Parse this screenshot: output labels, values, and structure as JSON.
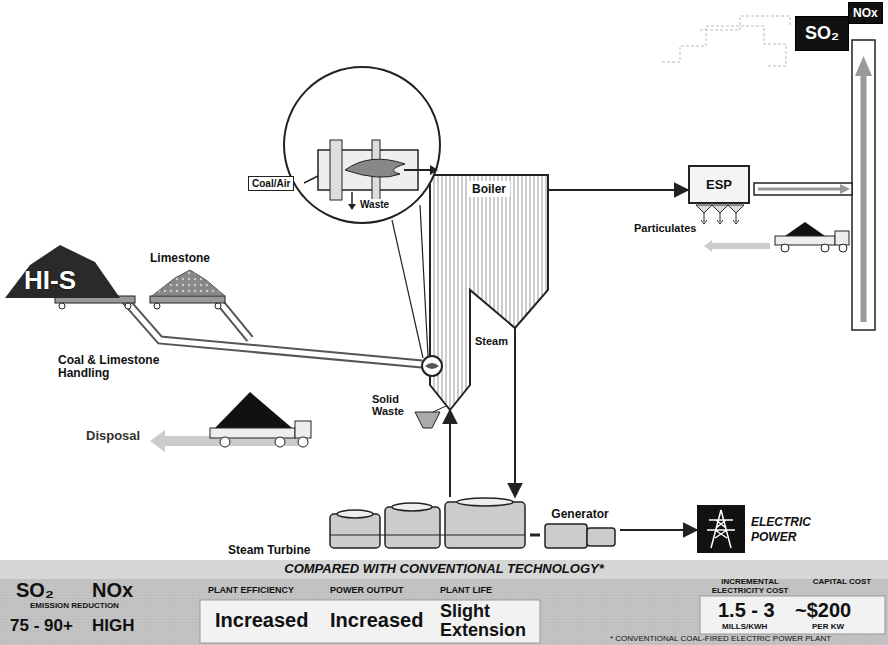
{
  "diagram": {
    "nodes": [
      {
        "text": [
          "SO₂"
        ]
      },
      {
        "text": [
          "NOx"
        ]
      },
      {
        "text": [
          "Boiler"
        ]
      },
      {
        "text": [
          "ESP"
        ]
      },
      {
        "text": [
          "Steam Turbine"
        ]
      },
      {
        "text": [
          "Generator"
        ]
      },
      {
        "text": [
          "ELECTRIC POWER"
        ]
      }
    ],
    "edges": [
      {
        "from": 2,
        "to": 3,
        "arrow": "to"
      },
      {
        "from": 2,
        "to": 4,
        "label": "Steam",
        "arrow": "to"
      },
      {
        "from": 4,
        "to": 2,
        "arrow": "to"
      },
      {
        "from": 4,
        "to": 5,
        "arrow": "none"
      },
      {
        "from": 5,
        "to": 6,
        "arrow": "to"
      }
    ],
    "labels": [
      "HI-S",
      "Limestone",
      "Coal & Limestone Handling",
      "Coal/Air",
      "Waste",
      "Solid Waste",
      "Disposal",
      "Particulates",
      "COMPARED WITH CONVENTIONAL TECHNOLOGY*",
      "SO₂",
      "NOx",
      "EMISSION REDUCTION",
      "PLANT EFFICIENCY",
      "POWER OUTPUT",
      "PLANT LIFE",
      "INCREMENTAL ELECTRICITY COST",
      "CAPITAL COST",
      "75 - 90+",
      "HIGH",
      "Increased",
      "Increased",
      "Slight Extension",
      "1.5 - 3",
      "MILLS/KWH",
      "~$200",
      "PER KW",
      "* CONVENTIONAL COAL-FIRED ELECTRIC POWER PLANT"
    ]
  }
}
